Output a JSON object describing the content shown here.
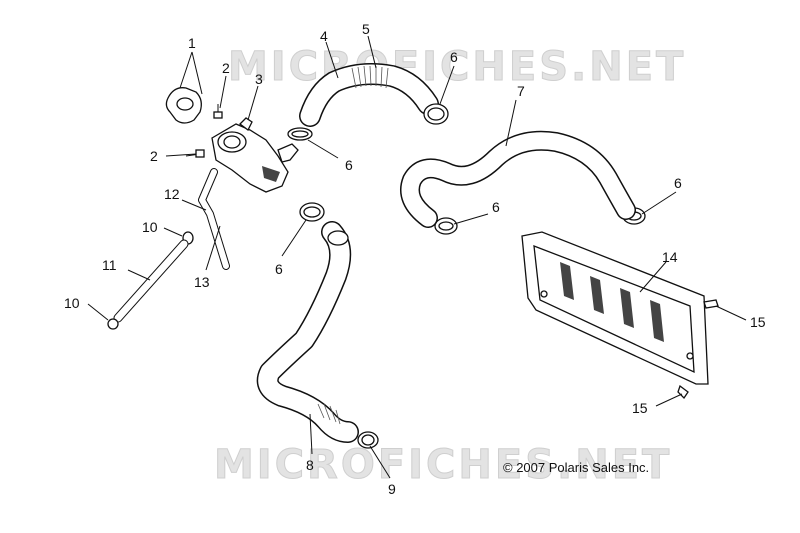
{
  "watermark": {
    "top": "MICROFICHES.NET",
    "bottom": "MICROFICHES.NET"
  },
  "copyright": "© 2007 Polaris Sales Inc.",
  "callouts": [
    {
      "id": "1",
      "text": "1"
    },
    {
      "id": "2a",
      "text": "2"
    },
    {
      "id": "2b",
      "text": "2"
    },
    {
      "id": "3",
      "text": "3"
    },
    {
      "id": "4",
      "text": "4"
    },
    {
      "id": "5",
      "text": "5"
    },
    {
      "id": "6a",
      "text": "6"
    },
    {
      "id": "6b",
      "text": "6"
    },
    {
      "id": "6c",
      "text": "6"
    },
    {
      "id": "6d",
      "text": "6"
    },
    {
      "id": "6e",
      "text": "6"
    },
    {
      "id": "7",
      "text": "7"
    },
    {
      "id": "8",
      "text": "8"
    },
    {
      "id": "9",
      "text": "9"
    },
    {
      "id": "10a",
      "text": "10"
    },
    {
      "id": "10b",
      "text": "10"
    },
    {
      "id": "11",
      "text": "11"
    },
    {
      "id": "12",
      "text": "12"
    },
    {
      "id": "13",
      "text": "13"
    },
    {
      "id": "14",
      "text": "14"
    },
    {
      "id": "15a",
      "text": "15"
    },
    {
      "id": "15b",
      "text": "15"
    }
  ]
}
